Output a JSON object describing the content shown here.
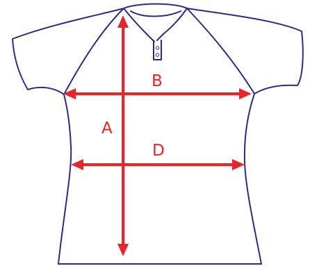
{
  "measurements": {
    "length": "A",
    "chest": "B",
    "waist": "D"
  },
  "colors": {
    "outline": "#2e2a84",
    "arrow": "#e8252b"
  },
  "icons": {
    "garment": "polo-shirt-icon",
    "buttons": "button-icon"
  }
}
